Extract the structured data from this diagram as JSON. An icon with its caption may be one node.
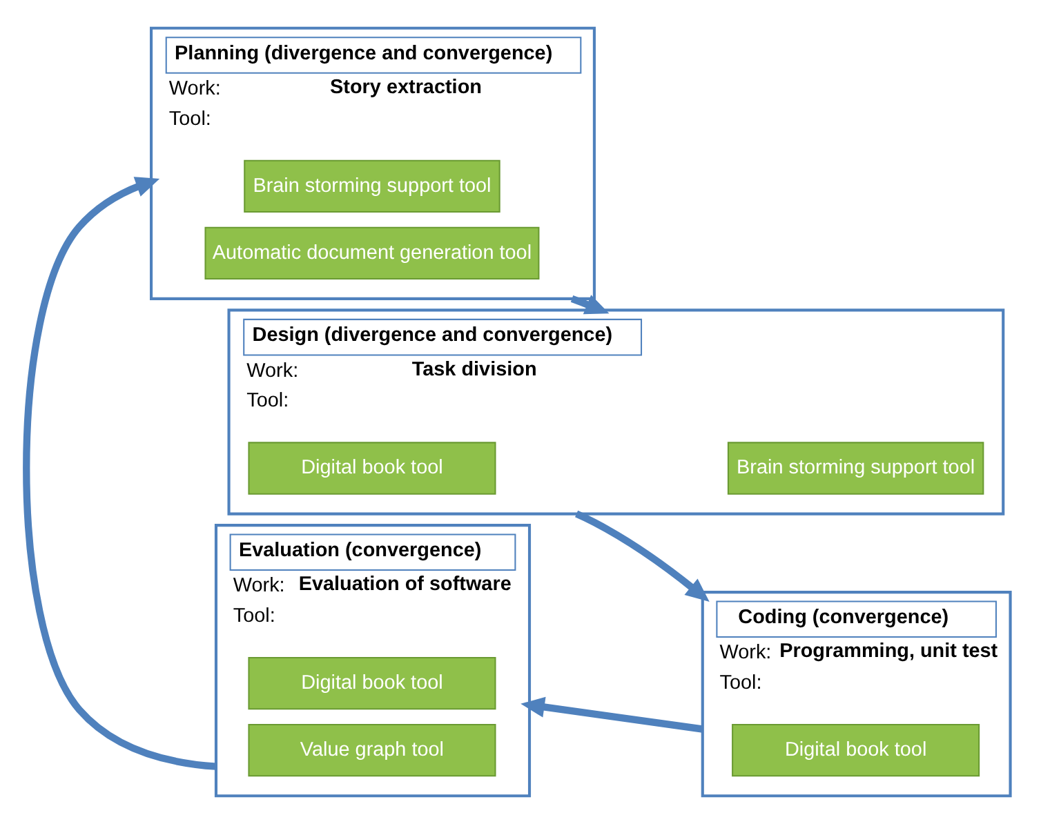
{
  "diagram": {
    "nodes": [
      {
        "text": [
          "Planning (divergence and convergence)",
          "Work:",
          "Story extraction",
          "Tool:"
        ]
      },
      {
        "text": [
          "Brain storming support tool"
        ],
        "in": 0
      },
      {
        "text": [
          "Automatic document generation tool"
        ],
        "in": 0
      },
      {
        "text": [
          "Design (divergence and convergence)",
          "Work:",
          "Task division",
          "Tool:"
        ]
      },
      {
        "text": [
          "Brain storming support tool"
        ],
        "in": 3
      },
      {
        "text": [
          "Digital book tool"
        ],
        "in": 3
      },
      {
        "text": [
          "Evaluation (convergence)",
          "Work:",
          "Evaluation of software",
          "Tool:"
        ]
      },
      {
        "text": [
          "Digital book tool"
        ],
        "in": 6
      },
      {
        "text": [
          "Value graph tool"
        ],
        "in": 6
      },
      {
        "text": [
          "Coding (convergence)",
          "Work:",
          "Programming, unit test",
          "Tool:"
        ]
      },
      {
        "text": [
          "Digital book tool"
        ],
        "in": 9
      }
    ],
    "edges": [
      {
        "from": 0,
        "to": 3,
        "arrow": "to"
      },
      {
        "from": 3,
        "to": 9,
        "arrow": "to"
      },
      {
        "from": 9,
        "to": 6,
        "arrow": "to"
      },
      {
        "from": 6,
        "to": 0,
        "arrow": "to"
      }
    ]
  }
}
